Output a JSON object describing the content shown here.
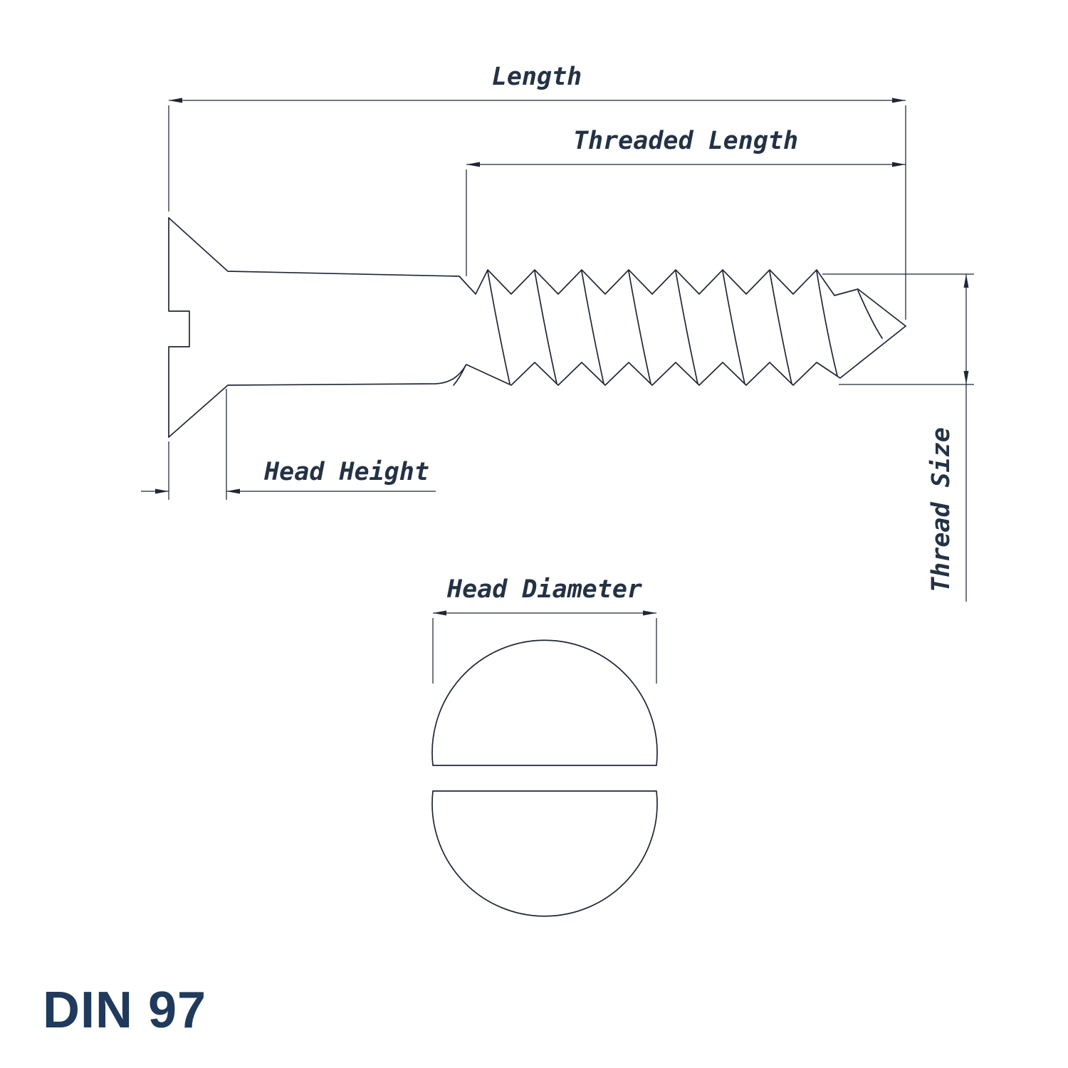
{
  "title": "DIN 97",
  "drawing": {
    "labels": {
      "length": "Length",
      "threaded_length": "Threaded Length",
      "head_height": "Head Height",
      "thread_size": "Thread Size",
      "head_diameter": "Head Diameter"
    }
  },
  "colors": {
    "line": "#1f2636",
    "dim": "#243245",
    "title": "#1f3a5c",
    "bg": "#ffffff"
  }
}
